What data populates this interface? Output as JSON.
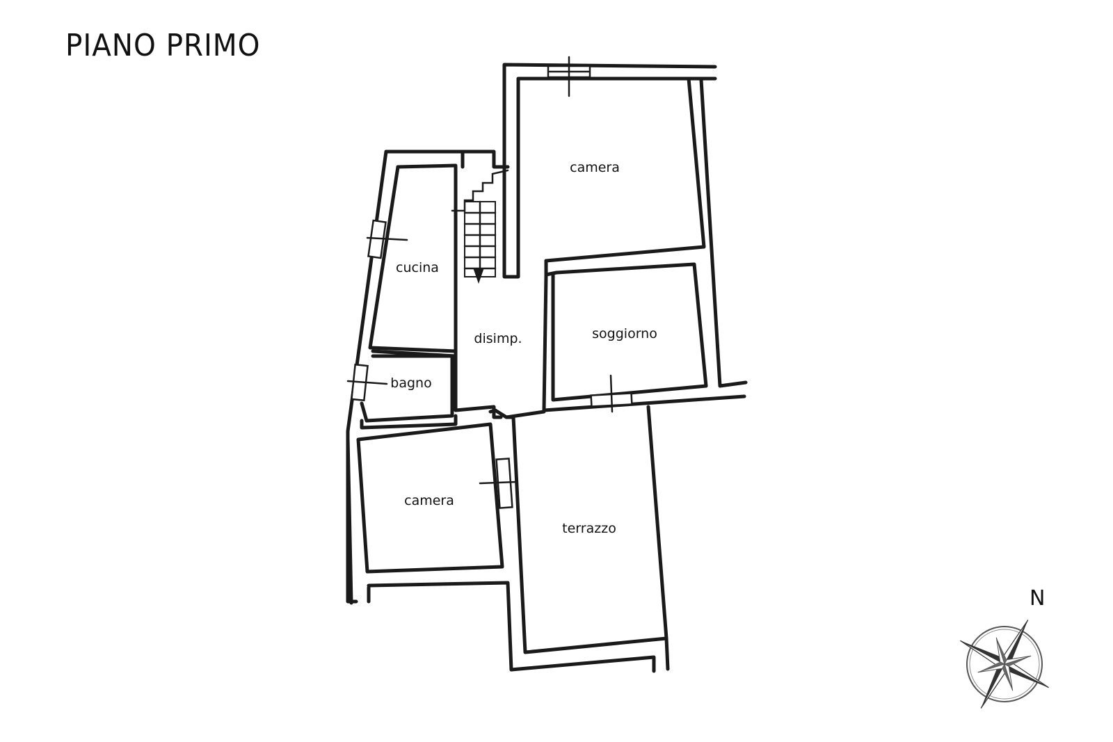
{
  "plan": {
    "title": "PIANO PRIMO",
    "rooms": {
      "camera_top": "camera",
      "cucina": "cucina",
      "disimpegno": "disimp.",
      "soggiorno": "soggiorno",
      "bagno": "bagno",
      "camera_bottom": "camera",
      "terrazzo": "terrazzo"
    },
    "compass_north": "N"
  }
}
